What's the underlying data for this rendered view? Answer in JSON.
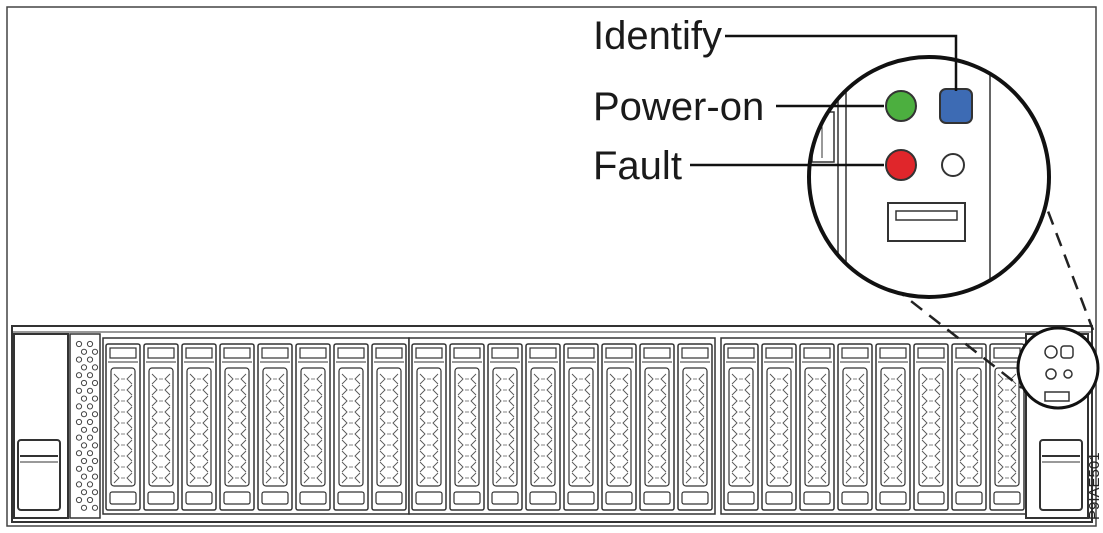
{
  "callouts": {
    "identify": "Identify",
    "power_on": "Power-on",
    "fault": "Fault"
  },
  "figure_id": "P9IAE501",
  "server": {
    "bay_groups": 3,
    "bays_per_group": 8
  },
  "colors": {
    "power_on_led": "#4caf3f",
    "fault_led": "#e0262b",
    "identify_led": "#3d6bb4",
    "outline": "#333333",
    "panel_fill": "#ffffff"
  }
}
